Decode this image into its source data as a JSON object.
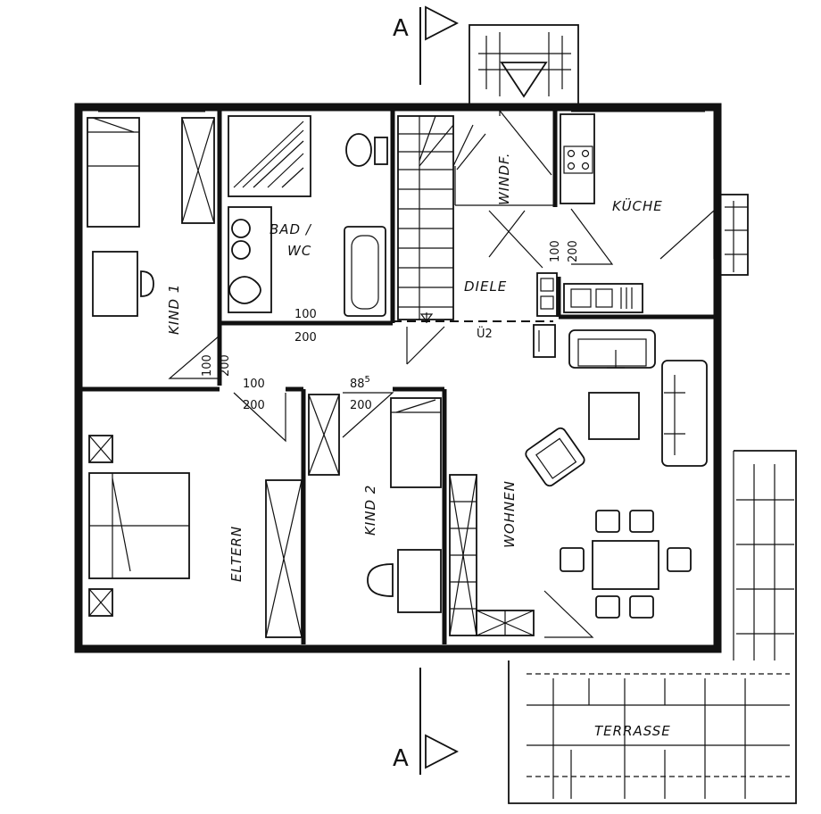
{
  "rooms": {
    "kind1": "KIND 1",
    "bad_l1": "BAD /",
    "bad_l2": "WC",
    "windf": "WINDF.",
    "kueche": "KÜCHE",
    "diele": "DIELE",
    "eltern": "ELTERN",
    "kind2": "KIND 2",
    "wohnen": "WOHNEN",
    "terrasse": "TERRASSE"
  },
  "section_marks": {
    "top": "A",
    "bottom": "A"
  },
  "dimensions": {
    "bad_door_w": "100",
    "bad_door_h": "200",
    "kind1_door_w": "100",
    "kind1_door_h": "200",
    "eltern_door_w": "100",
    "eltern_door_h": "200",
    "kind2_door_w_base": "88",
    "kind2_door_w_sup": "5",
    "kind2_door_h": "200",
    "kueche_door_w": "100",
    "kueche_door_h": "200",
    "uz": "Ü2"
  }
}
